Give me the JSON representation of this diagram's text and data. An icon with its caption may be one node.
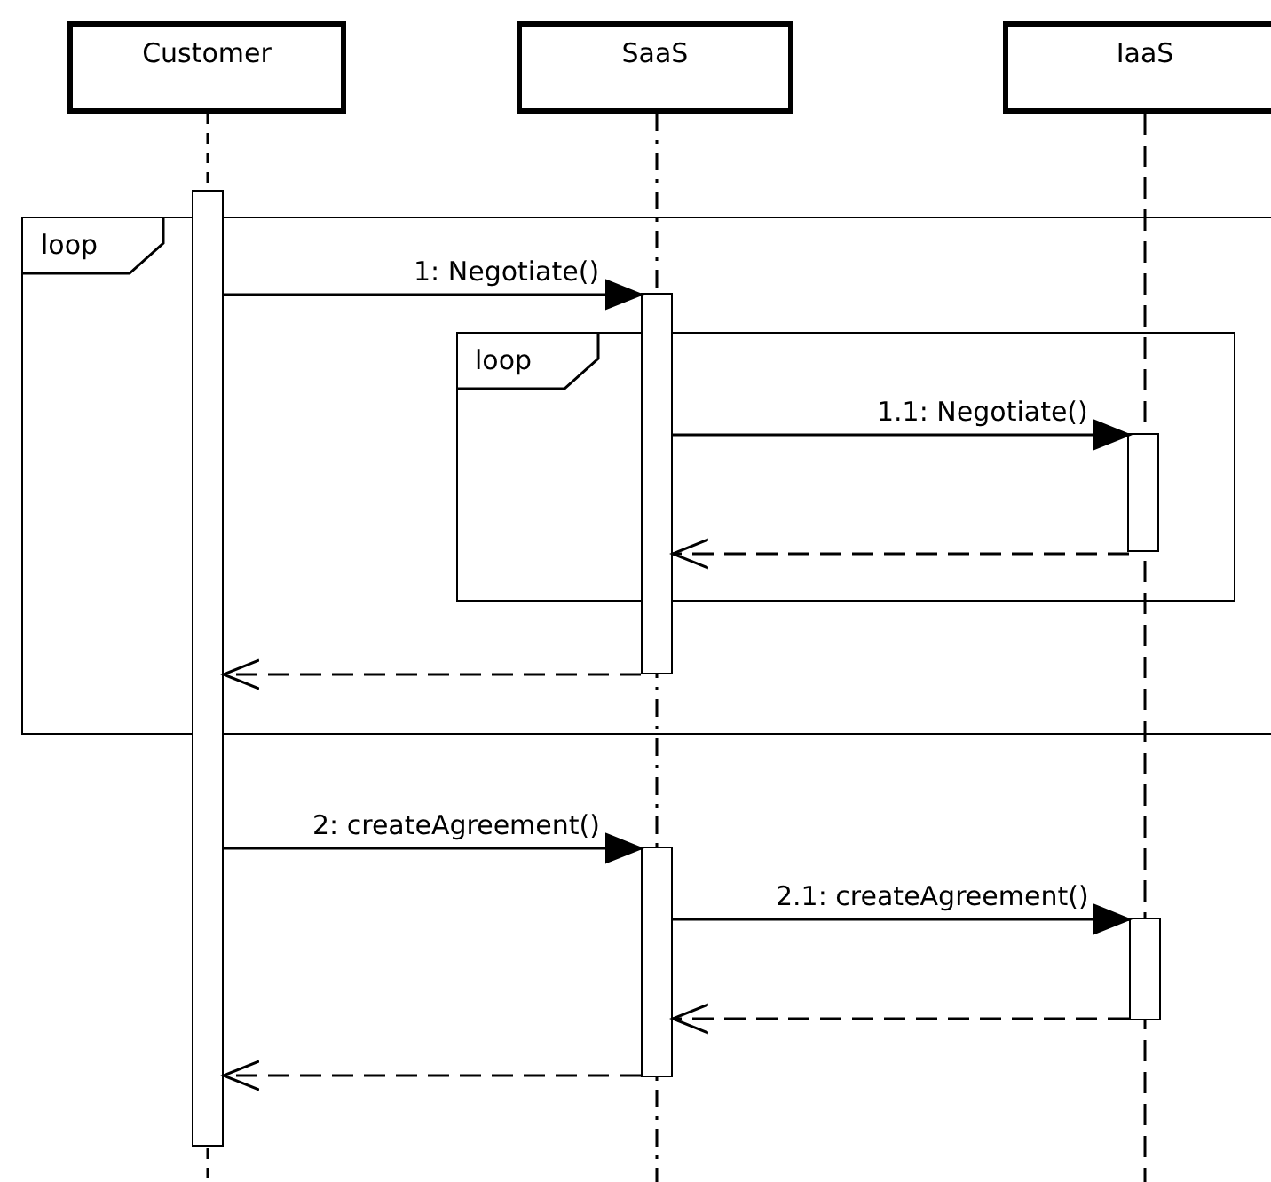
{
  "diagram": {
    "nodes": [
      {
        "text": [
          "Customer"
        ]
      },
      {
        "text": [
          "SaaS"
        ]
      },
      {
        "text": [
          "IaaS"
        ]
      },
      {
        "text": [
          "loop"
        ]
      },
      {
        "text": [
          "loop"
        ],
        "in": 3
      },
      {
        "text": [],
        "shape": "bar"
      },
      {
        "text": [],
        "shape": "bar",
        "in": 3
      },
      {
        "text": [],
        "shape": "bar",
        "in": 4
      },
      {
        "text": [],
        "shape": "bar"
      },
      {
        "text": [],
        "shape": "bar"
      }
    ],
    "edges": [
      {
        "from": 5,
        "to": 6,
        "arrow": "to",
        "label": "1: Negotiate()"
      },
      {
        "from": 6,
        "to": 7,
        "arrow": "to",
        "label": "1.1: Negotiate()"
      },
      {
        "from": 7,
        "to": 6,
        "arrow": "to",
        "style": "dashed"
      },
      {
        "from": 6,
        "to": 5,
        "arrow": "to",
        "style": "dashed"
      },
      {
        "from": 5,
        "to": 8,
        "arrow": "to",
        "label": "2: createAgreement()"
      },
      {
        "from": 8,
        "to": 9,
        "arrow": "to",
        "label": "2.1: createAgreement()"
      },
      {
        "from": 9,
        "to": 8,
        "arrow": "to",
        "style": "dashed"
      },
      {
        "from": 8,
        "to": 5,
        "arrow": "to",
        "style": "dashed"
      }
    ]
  }
}
